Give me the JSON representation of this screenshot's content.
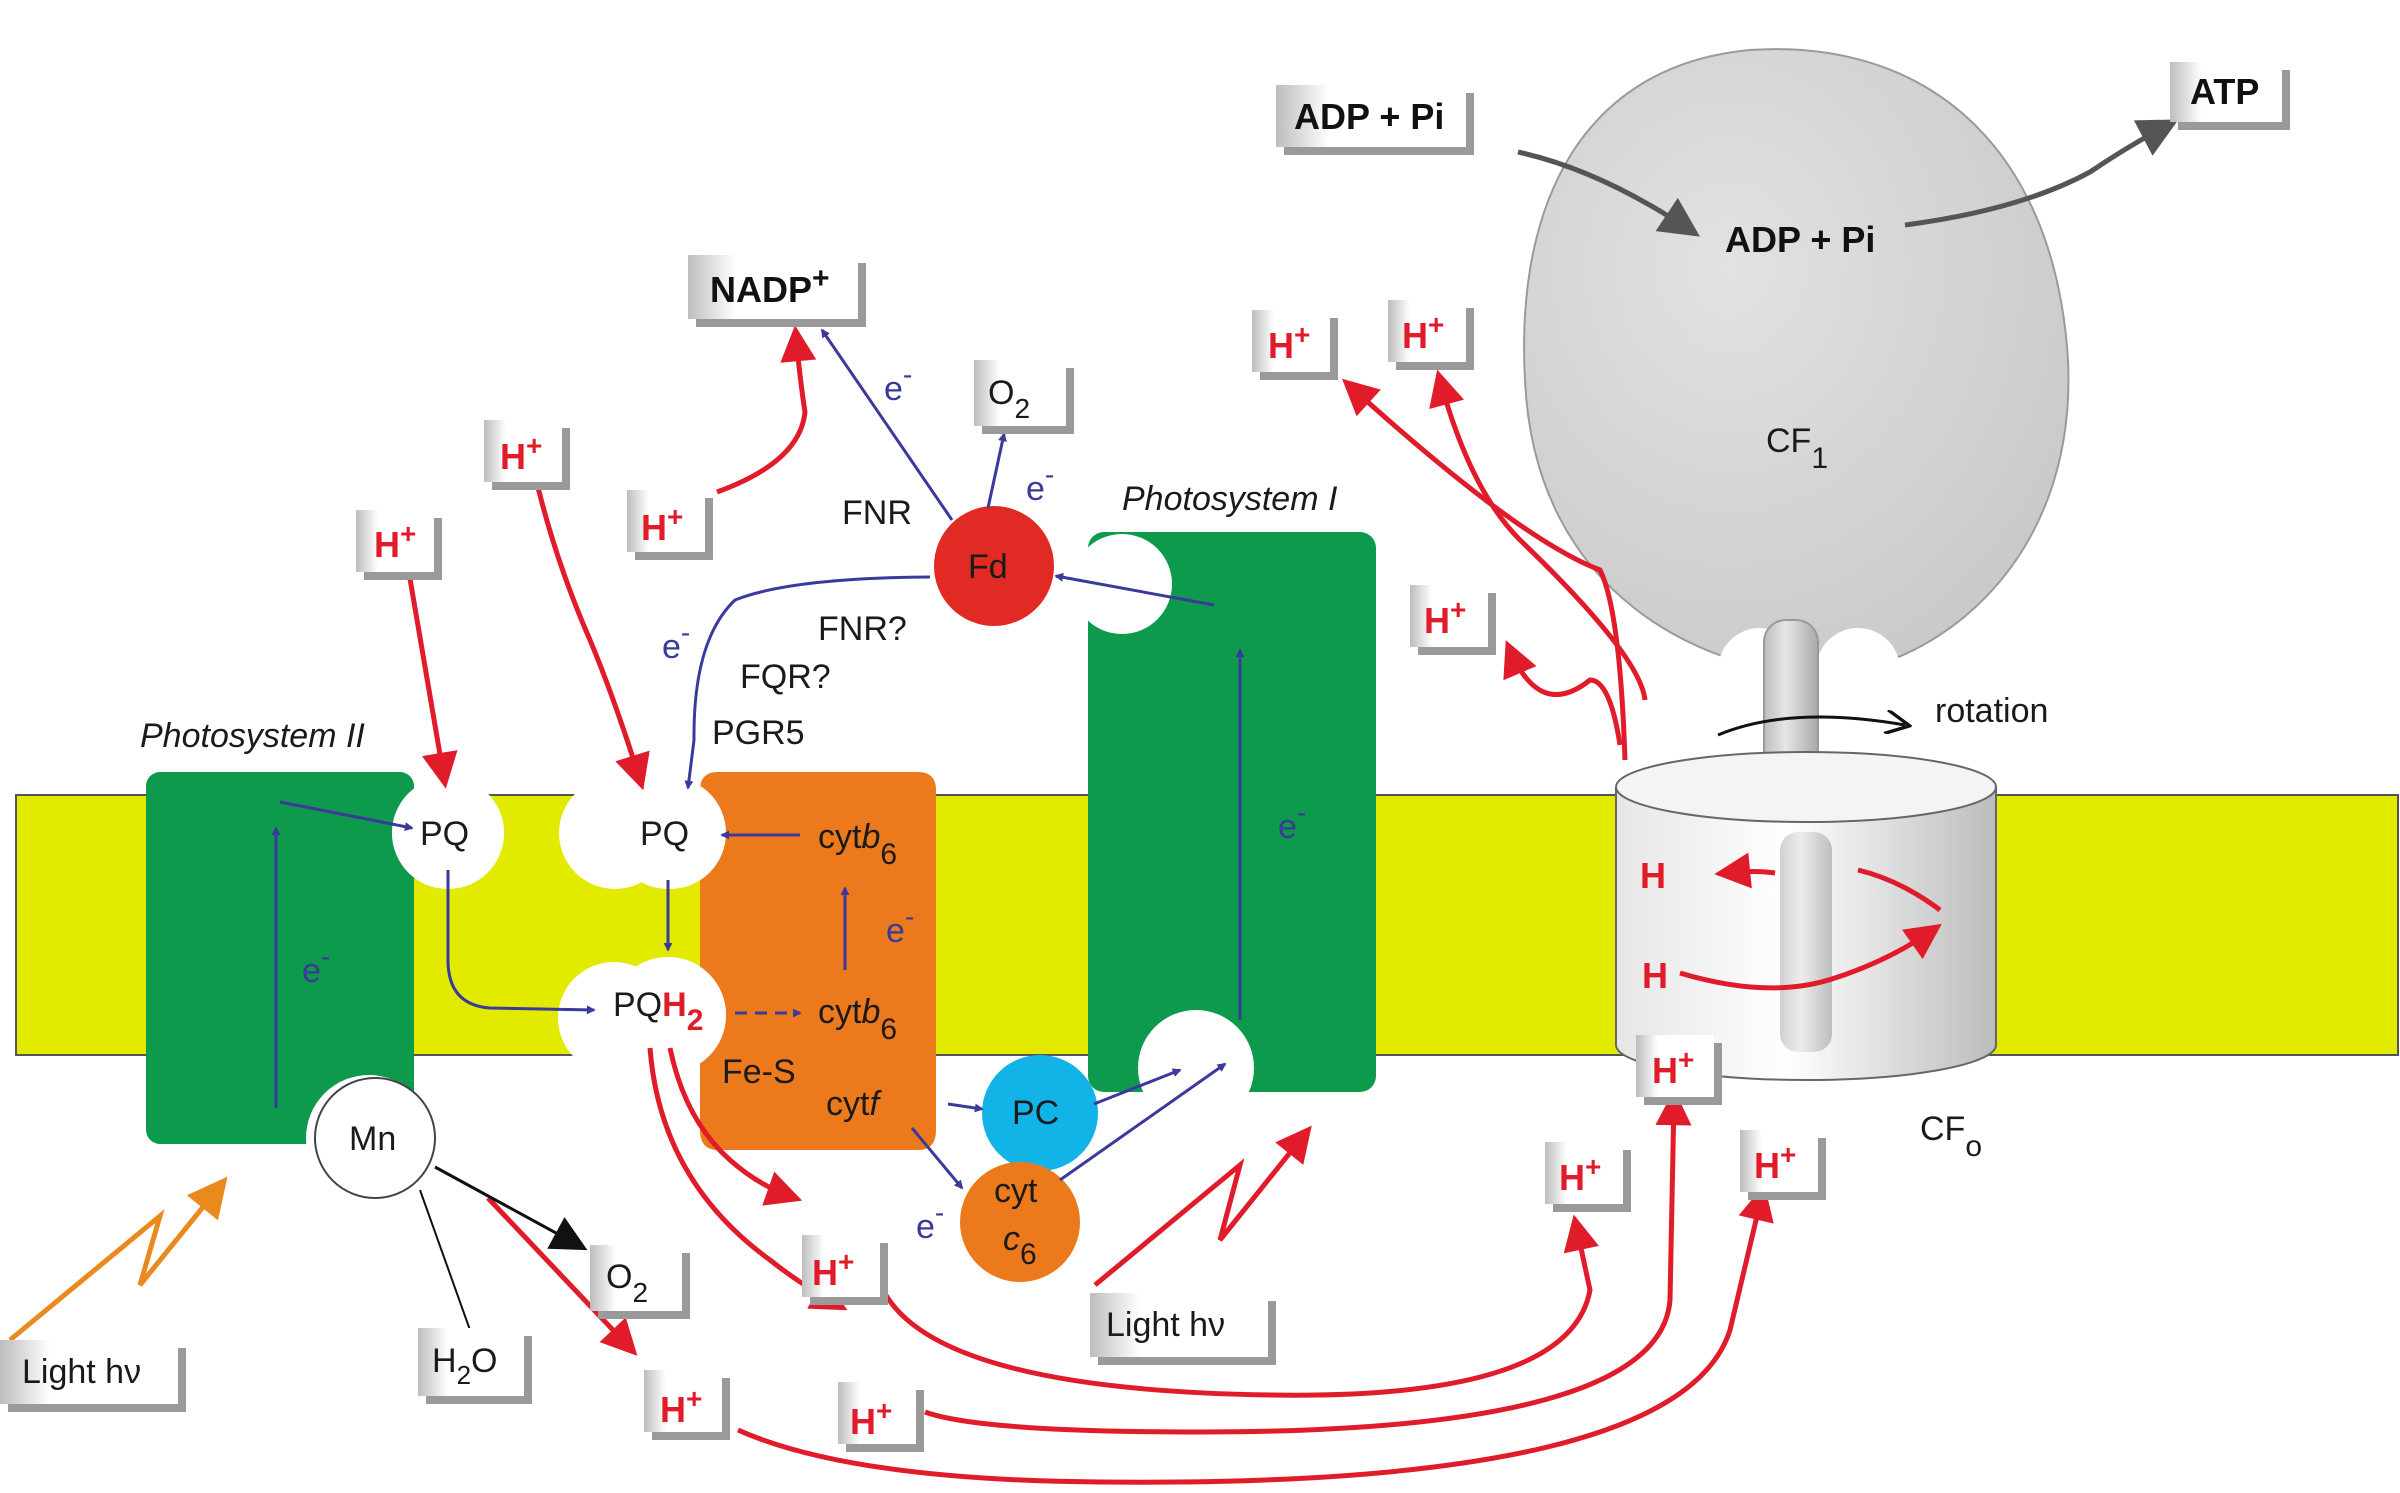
{
  "labels": {
    "photosystem_ii": "Photosystem II",
    "photosystem_i": "Photosystem I",
    "pq_a": "PQ",
    "pq_b": "PQ",
    "pqh2_pq": "PQ",
    "pqh2_h": "H",
    "pqh2_sub": "2",
    "cyt_upper_prefix": "cyt",
    "cyt_upper_b": "b",
    "cyt_upper_sub": "6",
    "cyt_lower_prefix": "cyt",
    "cyt_lower_b": "b",
    "cyt_lower_sub": "6",
    "fes": "Fe-S",
    "cytf_prefix": "cyt",
    "cytf_f": "f",
    "pc": "PC",
    "cytc6_top": "cyt",
    "cytc6_c": "c",
    "cytc6_sub": "6",
    "fd": "Fd",
    "fnr": "FNR",
    "fnr_q": "FNR?",
    "fqr_q": "FQR?",
    "pgr5": "PGR5",
    "mn": "Mn",
    "cf1_main": "CF",
    "cf1_sub": "1",
    "cfo_main": "CF",
    "cfo_sub": "o",
    "rotation": "rotation",
    "adp_pi_inner": "ADP + Pi",
    "h_channel_upper": "H",
    "h_channel_lower": "H",
    "electron": "e",
    "electron_sup": "-"
  },
  "boxes": {
    "nadp_main": "NADP",
    "nadp_sup": "+",
    "o2_top_main": "O",
    "o2_top_sub": "2",
    "o2_bottom_main": "O",
    "o2_bottom_sub": "2",
    "h2o_h": "H",
    "h2o_sub": "2",
    "h2o_o": "O",
    "light_left": "Light hν",
    "light_right": "Light hν",
    "adp_pi": "ADP + Pi",
    "atp": "ATP",
    "proton_main": "H",
    "proton_sup": "+"
  },
  "colors": {
    "membrane": "#e2ea00",
    "photosystem": "#0d9a4c",
    "cytochrome": "#ec7a1c",
    "ferredoxin": "#e02a23",
    "plastocyanin": "#12b4e8",
    "proton": "#e01b2a",
    "electron_path": "#3a3a9a",
    "atp_synthase": "#d2d2d2",
    "light_left": "#ea8a1e"
  }
}
